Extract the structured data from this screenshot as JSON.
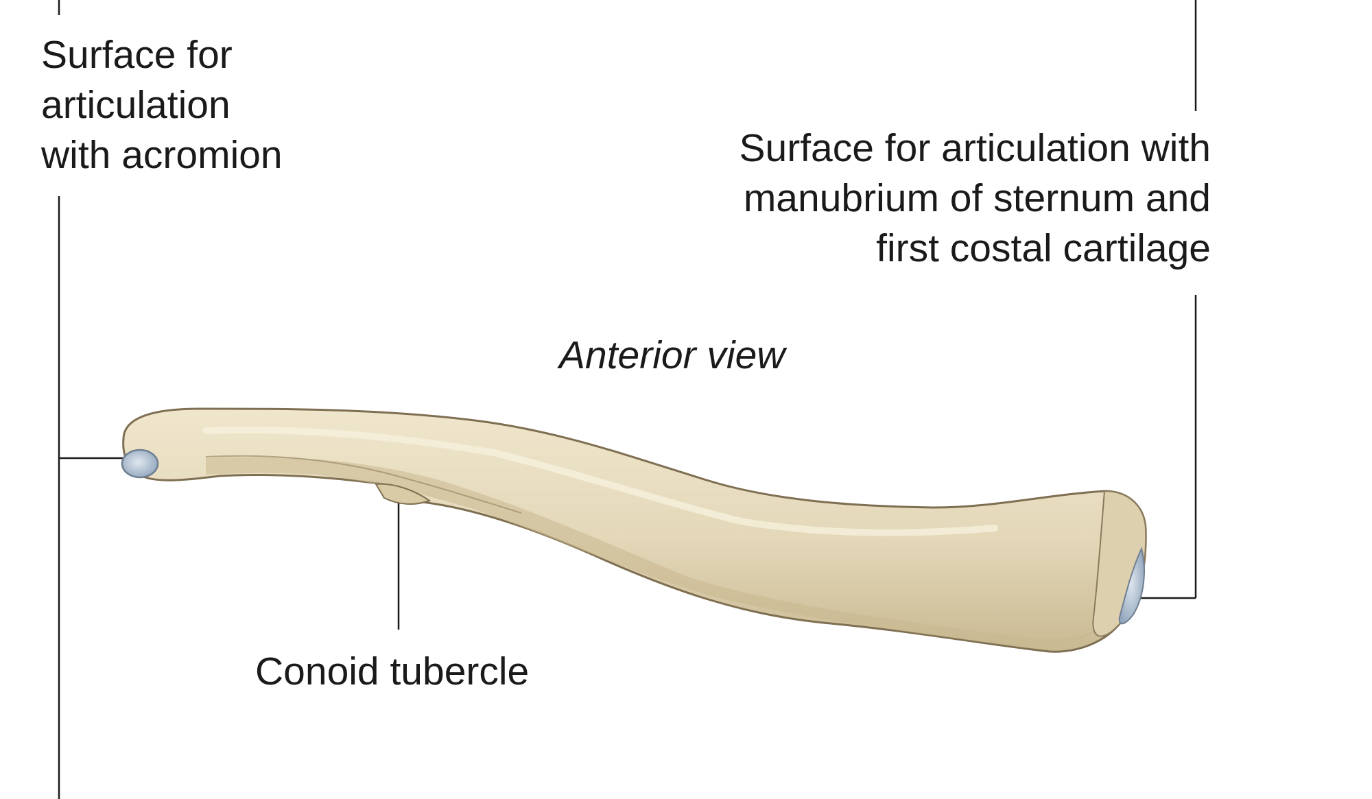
{
  "labels": {
    "acromion": [
      "Surface for",
      "articulation",
      "with acromion"
    ],
    "sternum": [
      "Surface for articulation with",
      "manubrium of sternum and",
      "first costal cartilage"
    ],
    "view": "Anterior view",
    "conoid": "Conoid tubercle"
  },
  "colors": {
    "bone_fill": "#e6dcc0",
    "bone_shade": "#cfc2a0",
    "bone_outline": "#8a7a5c",
    "cartilage": "#b9c7d6",
    "leader_line": "#1a1a1a"
  }
}
